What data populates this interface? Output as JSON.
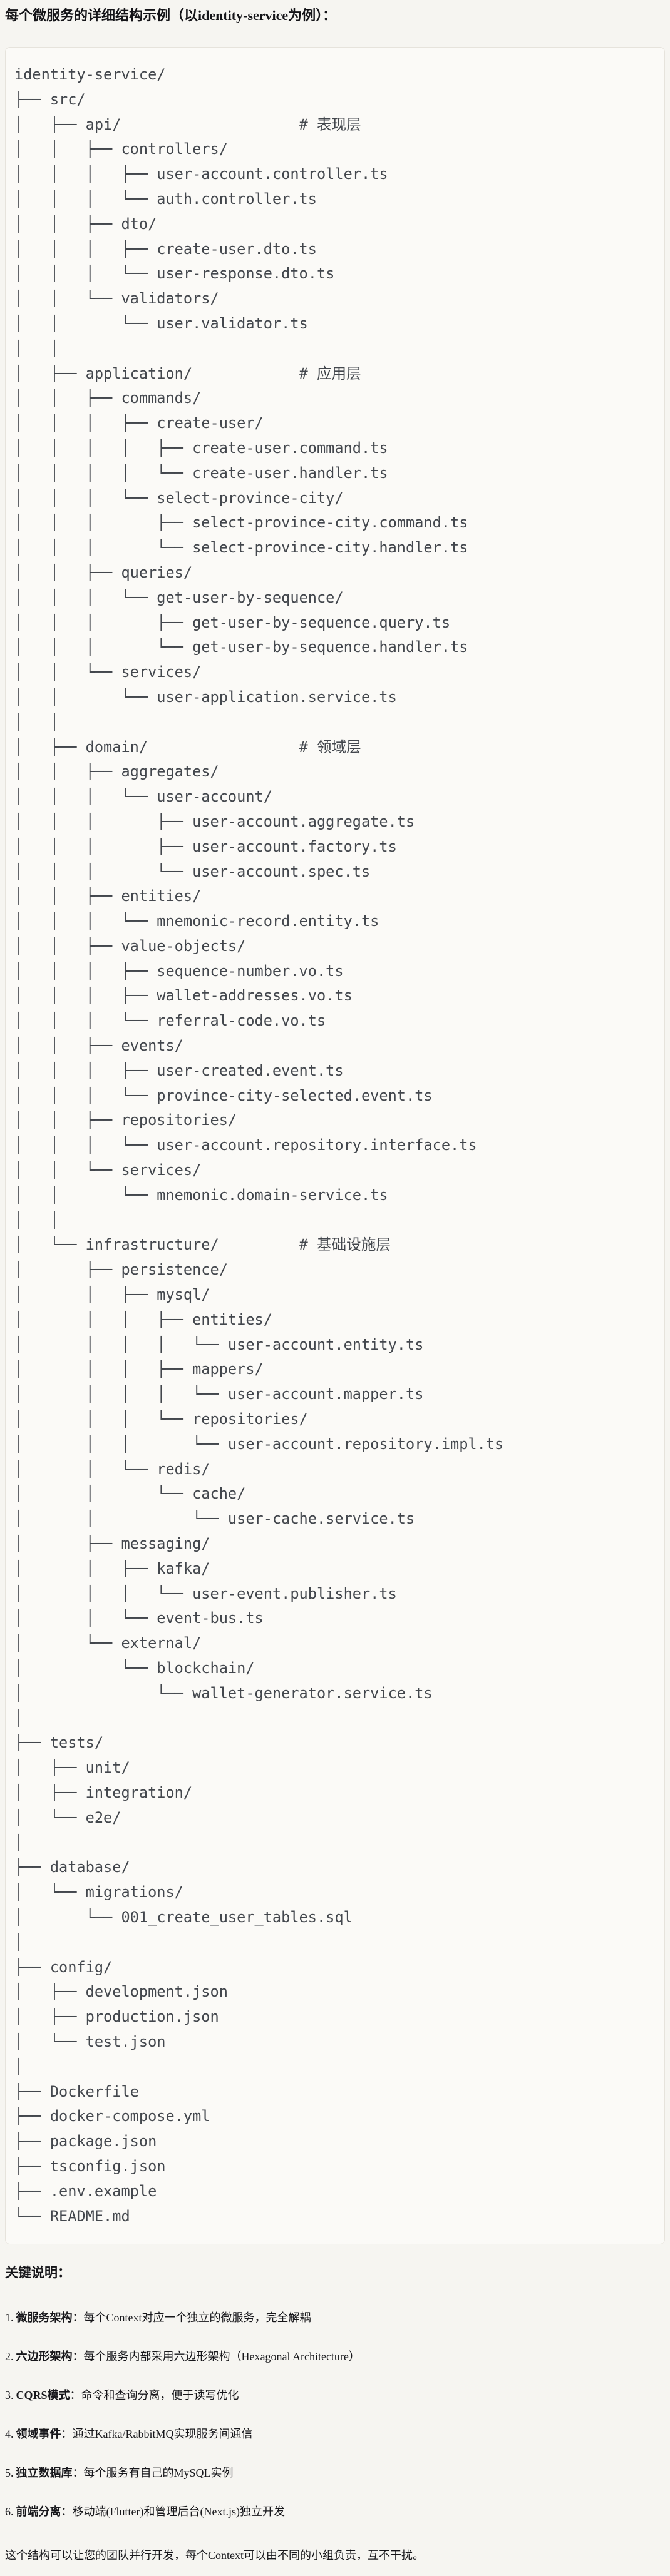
{
  "title": "每个微服务的详细结构示例（以identity-service为例）：",
  "colors": {
    "page_background": "#f6f5f1",
    "code_block_background": "#fbfaf7",
    "code_block_border": "#e6e3dc",
    "tree_text": "#43474d",
    "body_text": "#17171b"
  },
  "tree": {
    "layer_comments": [
      "# 表现层",
      "# 应用层",
      "# 领域层",
      "# 基础设施层"
    ],
    "lines": [
      "identity-service/",
      "├── src/",
      "│   ├── api/                    # 表现层",
      "│   │   ├── controllers/",
      "│   │   │   ├── user-account.controller.ts",
      "│   │   │   └── auth.controller.ts",
      "│   │   ├── dto/",
      "│   │   │   ├── create-user.dto.ts",
      "│   │   │   └── user-response.dto.ts",
      "│   │   └── validators/",
      "│   │       └── user.validator.ts",
      "│   │",
      "│   ├── application/            # 应用层",
      "│   │   ├── commands/",
      "│   │   │   ├── create-user/",
      "│   │   │   │   ├── create-user.command.ts",
      "│   │   │   │   └── create-user.handler.ts",
      "│   │   │   └── select-province-city/",
      "│   │   │       ├── select-province-city.command.ts",
      "│   │   │       └── select-province-city.handler.ts",
      "│   │   ├── queries/",
      "│   │   │   └── get-user-by-sequence/",
      "│   │   │       ├── get-user-by-sequence.query.ts",
      "│   │   │       └── get-user-by-sequence.handler.ts",
      "│   │   └── services/",
      "│   │       └── user-application.service.ts",
      "│   │",
      "│   ├── domain/                 # 领域层",
      "│   │   ├── aggregates/",
      "│   │   │   └── user-account/",
      "│   │   │       ├── user-account.aggregate.ts",
      "│   │   │       ├── user-account.factory.ts",
      "│   │   │       └── user-account.spec.ts",
      "│   │   ├── entities/",
      "│   │   │   └── mnemonic-record.entity.ts",
      "│   │   ├── value-objects/",
      "│   │   │   ├── sequence-number.vo.ts",
      "│   │   │   ├── wallet-addresses.vo.ts",
      "│   │   │   └── referral-code.vo.ts",
      "│   │   ├── events/",
      "│   │   │   ├── user-created.event.ts",
      "│   │   │   └── province-city-selected.event.ts",
      "│   │   ├── repositories/",
      "│   │   │   └── user-account.repository.interface.ts",
      "│   │   └── services/",
      "│   │       └── mnemonic.domain-service.ts",
      "│   │",
      "│   └── infrastructure/         # 基础设施层",
      "│       ├── persistence/",
      "│       │   ├── mysql/",
      "│       │   │   ├── entities/",
      "│       │   │   │   └── user-account.entity.ts",
      "│       │   │   ├── mappers/",
      "│       │   │   │   └── user-account.mapper.ts",
      "│       │   │   └── repositories/",
      "│       │   │       └── user-account.repository.impl.ts",
      "│       │   └── redis/",
      "│       │       └── cache/",
      "│       │           └── user-cache.service.ts",
      "│       ├── messaging/",
      "│       │   ├── kafka/",
      "│       │   │   └── user-event.publisher.ts",
      "│       │   └── event-bus.ts",
      "│       └── external/",
      "│           └── blockchain/",
      "│               └── wallet-generator.service.ts",
      "│",
      "├── tests/",
      "│   ├── unit/",
      "│   ├── integration/",
      "│   └── e2e/",
      "│",
      "├── database/",
      "│   └── migrations/",
      "│       └── 001_create_user_tables.sql",
      "│",
      "├── config/",
      "│   ├── development.json",
      "│   ├── production.json",
      "│   └── test.json",
      "│",
      "├── Dockerfile",
      "├── docker-compose.yml",
      "├── package.json",
      "├── tsconfig.json",
      "├── .env.example",
      "└── README.md"
    ]
  },
  "notes": {
    "heading": "关键说明：",
    "items": [
      {
        "num": "1.",
        "term": "微服务架构",
        "rest": "：每个Context对应一个独立的微服务，完全解耦"
      },
      {
        "num": "2.",
        "term": "六边形架构",
        "rest": "：每个服务内部采用六边形架构（Hexagonal Architecture）"
      },
      {
        "num": "3.",
        "term": "CQRS模式",
        "rest": "：命令和查询分离，便于读写优化"
      },
      {
        "num": "4.",
        "term": "领域事件",
        "rest": "：通过Kafka/RabbitMQ实现服务间通信"
      },
      {
        "num": "5.",
        "term": "独立数据库",
        "rest": "：每个服务有自己的MySQL实例"
      },
      {
        "num": "6.",
        "term": "前端分离",
        "rest": "：移动端(Flutter)和管理后台(Next.js)独立开发"
      }
    ]
  },
  "closing": "这个结构可以让您的团队并行开发，每个Context可以由不同的小组负责，互不干扰。"
}
